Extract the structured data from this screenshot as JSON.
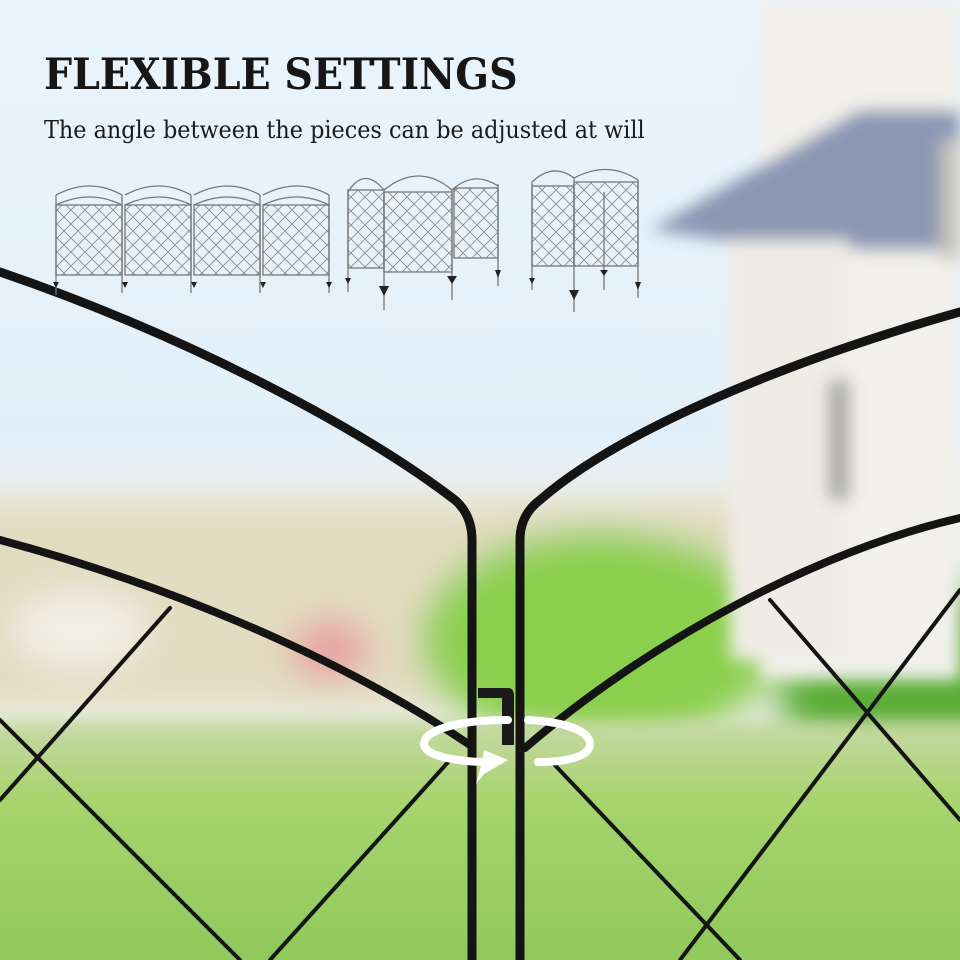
{
  "header": {
    "title": "FLEXIBLE SETTINGS",
    "subtitle": "The angle between the pieces can be adjusted at will"
  },
  "layouts": [
    {
      "name": "straight-line",
      "panels": 4
    },
    {
      "name": "u-shape",
      "panels": 3
    },
    {
      "name": "square",
      "panels": 4
    }
  ],
  "icons": {
    "rotation": "rotate-arrow-icon"
  },
  "colors": {
    "sky": "#e8f3fb",
    "grass": "#8fcc5a",
    "fence": "#161616",
    "house": "#f0eeea",
    "arrow": "#ffffff"
  }
}
